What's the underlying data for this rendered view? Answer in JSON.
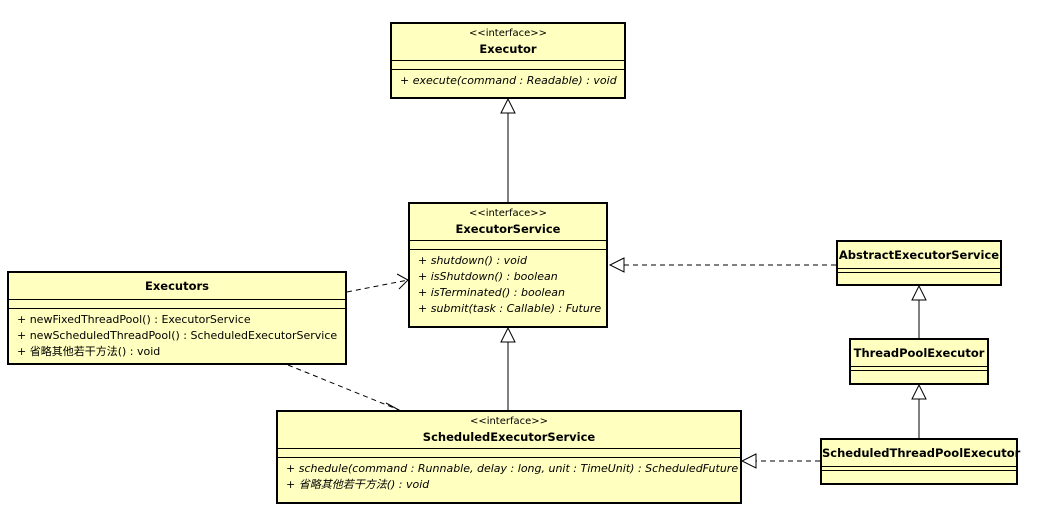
{
  "classes": {
    "executor": {
      "stereotype": "<<interface>>",
      "name": "Executor",
      "ops": [
        "+ execute(command : Readable) : void"
      ]
    },
    "executor_service": {
      "stereotype": "<<interface>>",
      "name": "ExecutorService",
      "ops": [
        "+ shutdown() : void",
        "+ isShutdown() : boolean",
        "+ isTerminated() : boolean",
        "+ submit(task : Callable) : Future"
      ]
    },
    "executors": {
      "name": "Executors",
      "ops": [
        "+ newFixedThreadPool() : ExecutorService",
        "+ newScheduledThreadPool() : ScheduledExecutorService",
        "+ 省略其他若干方法() : void"
      ]
    },
    "scheduled_executor_service": {
      "stereotype": "<<interface>>",
      "name": "ScheduledExecutorService",
      "ops": [
        "+ schedule(command : Runnable, delay : long, unit : TimeUnit) : ScheduledFuture",
        "+ 省略其他若干方法() : void"
      ]
    },
    "abstract_executor_service": {
      "name": "AbstractExecutorService"
    },
    "thread_pool_executor": {
      "name": "ThreadPoolExecutor"
    },
    "scheduled_thread_pool_executor": {
      "name": "ScheduledThreadPoolExecutor"
    }
  },
  "colors": {
    "class_fill": "#ffffc0",
    "border": "#000000"
  }
}
